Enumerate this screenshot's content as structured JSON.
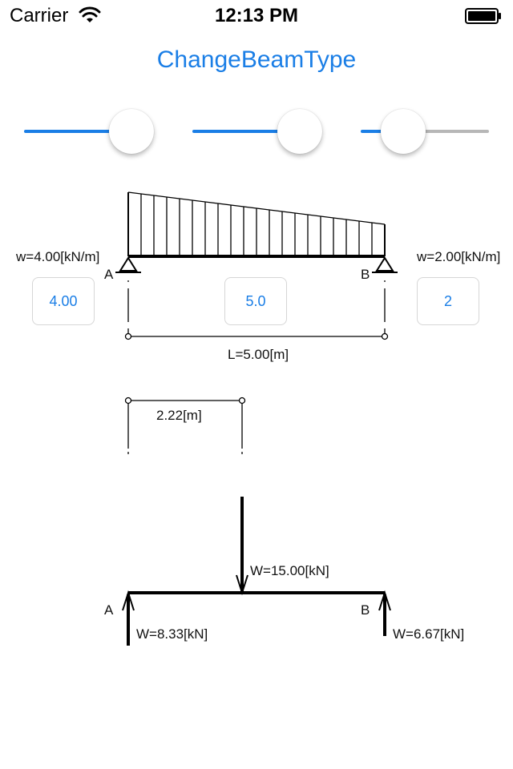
{
  "status_bar": {
    "carrier": "Carrier",
    "time": "12:13 PM"
  },
  "title_button": "ChangeBeamType",
  "sliders": [
    {
      "name": "left-load",
      "value_fraction": 0.8
    },
    {
      "name": "span",
      "value_fraction": 0.8
    },
    {
      "name": "right-load",
      "value_fraction": 0.4
    }
  ],
  "beam": {
    "left_load_label": "w=4.00[kN/m]",
    "right_load_label": "w=2.00[kN/m]",
    "support_a": "A",
    "support_b": "B",
    "left_load_input": "4.00",
    "span_input": "5.0",
    "right_load_input": "2",
    "length_label": "L=5.00[m]",
    "centroid_label": "2.22[m]"
  },
  "reactions": {
    "total_load_label": "W=15.00[kN]",
    "support_a": "A",
    "support_b": "B",
    "reaction_a_label": "W=8.33[kN]",
    "reaction_b_label": "W=6.67[kN]"
  },
  "colors": {
    "accent": "#1a7ee6",
    "track_inactive": "#b7b7b7"
  }
}
